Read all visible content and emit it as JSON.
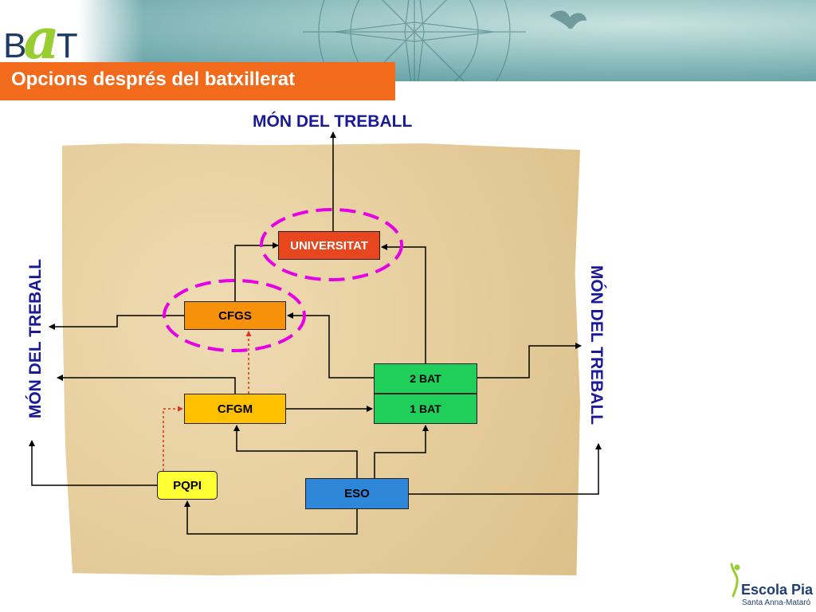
{
  "header": {
    "logo": {
      "letter_b": "B",
      "letter_a": "a",
      "letter_t": "T"
    },
    "title": "Opcions després del batxillerat"
  },
  "nodes": {
    "universitat": "UNIVERSITAT",
    "cfgs": "CFGS",
    "cfgm": "CFGM",
    "bat2": "2 BAT",
    "bat1": "1 BAT",
    "pqpi": "PQPI",
    "eso": "ESO"
  },
  "labels": {
    "top": "MÓN DEL TREBALL",
    "left": "MÓN DEL TREBALL",
    "right": "MÓN DEL TREBALL"
  },
  "footer": {
    "school_name": "Escola Pia",
    "school_place": "Santa Anna-Mataró"
  },
  "colors": {
    "title_bar": "#f26b1d",
    "universitat": "#e8461e",
    "cfgs": "#f79109",
    "cfgm": "#ffc000",
    "bat": "#1fcf5a",
    "pqpi": "#ffff33",
    "eso": "#2e86d8",
    "highlight_ellipse": "#e600e6",
    "label_text": "#1a1a99"
  }
}
